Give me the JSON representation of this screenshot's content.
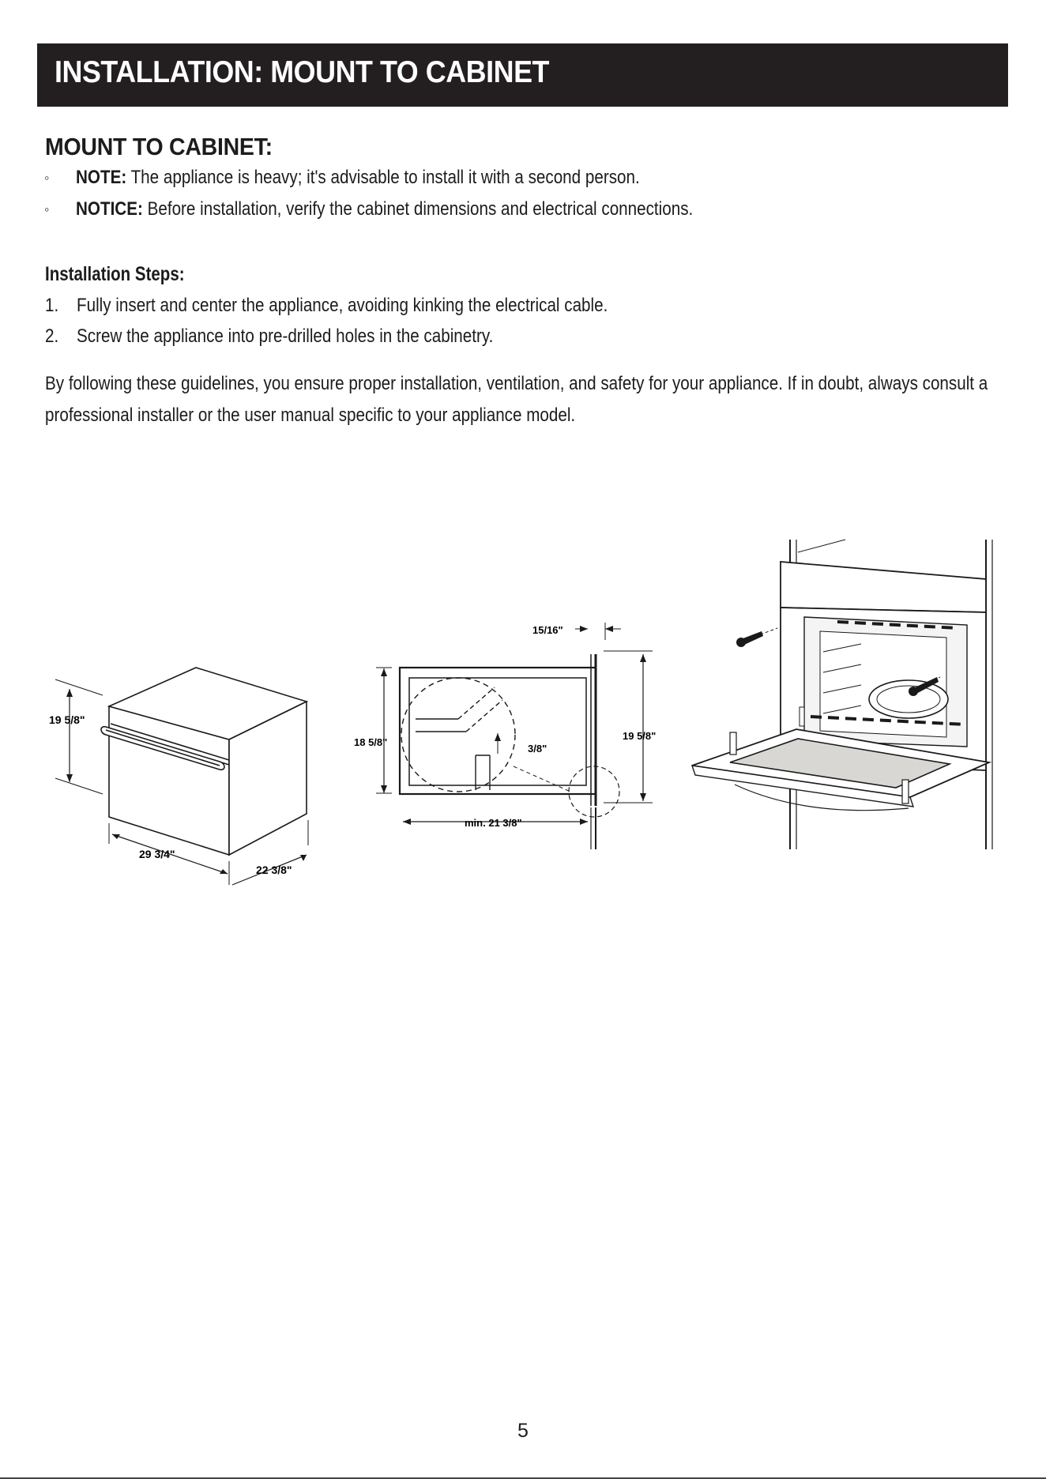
{
  "header": {
    "title": "INSTALLATION: MOUNT TO CABINET"
  },
  "section": {
    "title": "MOUNT TO CABINET:"
  },
  "notes": [
    {
      "bullet": "◦",
      "label": "NOTE:",
      "text": "The appliance is heavy; it's advisable to install it with a second person."
    },
    {
      "bullet": "◦",
      "label": "NOTICE:",
      "text": "Before installation, verify the cabinet dimensions and electrical connections."
    }
  ],
  "steps": {
    "title": "Installation Steps:",
    "items": [
      {
        "num": "1.",
        "text": "Fully insert and center the appliance, avoiding kinking the electrical cable."
      },
      {
        "num": "2.",
        "text": "Screw the appliance into pre-drilled holes in the cabinetry."
      }
    ]
  },
  "paragraph": "By following these guidelines, you ensure proper installation, ventilation, and safety for your appliance. If in doubt, always consult a professional installer or the user manual specific to your appliance model.",
  "figures": {
    "appliance": {
      "height": "19 5/8\"",
      "width": "29 3/4\"",
      "depth": "22 3/8\""
    },
    "cabinet": {
      "gap": "15/16\"",
      "inner_height": "18 5/8\"",
      "outer_height": "19 5/8\"",
      "detail": "3/8\"",
      "min_width": "min. 21 3/8\""
    }
  },
  "footer": {
    "page_number": "5"
  }
}
